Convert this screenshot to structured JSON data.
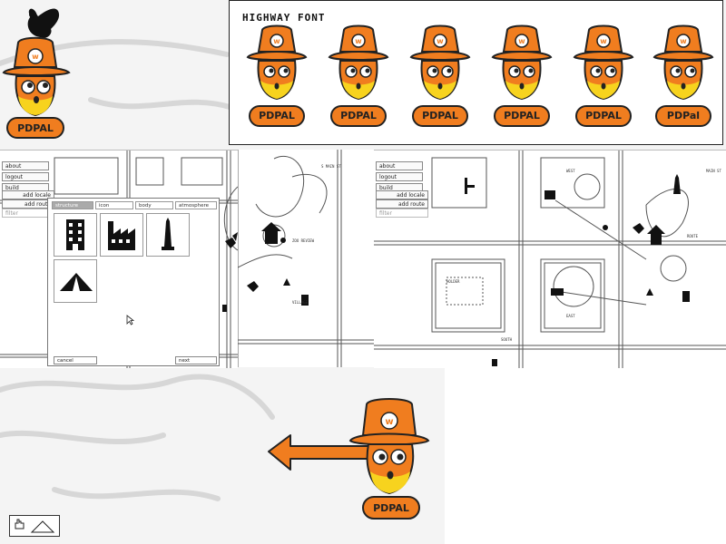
{
  "font_panel": {
    "title": "HIGHWAY FONT"
  },
  "mascot_label": "PDPAL",
  "font_samples": [
    "PDPAL",
    "PDPAL",
    "PDPAL",
    "PDPAL",
    "PDPAL",
    "PDPal"
  ],
  "left_menu": {
    "items": [
      "about",
      "logout",
      "build",
      "add locale",
      "add route"
    ],
    "filter_placeholder": "filter"
  },
  "right_menu": {
    "items": [
      "about",
      "logout",
      "build",
      "add locale",
      "add route"
    ],
    "filter_placeholder": "filter"
  },
  "dialog": {
    "tabs": [
      "structure",
      "icon",
      "body",
      "atmosphere"
    ],
    "icons": [
      "building-icon",
      "factory-icon",
      "obelisk-icon",
      "tent-icon"
    ],
    "cancel_label": "cancel",
    "next_label": "next"
  },
  "map_labels_right": [
    "ROUTE",
    "HOLDER",
    "SOUTH",
    "WEST",
    "EAST",
    "MAIN ST"
  ],
  "colors": {
    "orange": "#f07d1f",
    "yellow": "#f7d31e",
    "dark": "#222222"
  }
}
